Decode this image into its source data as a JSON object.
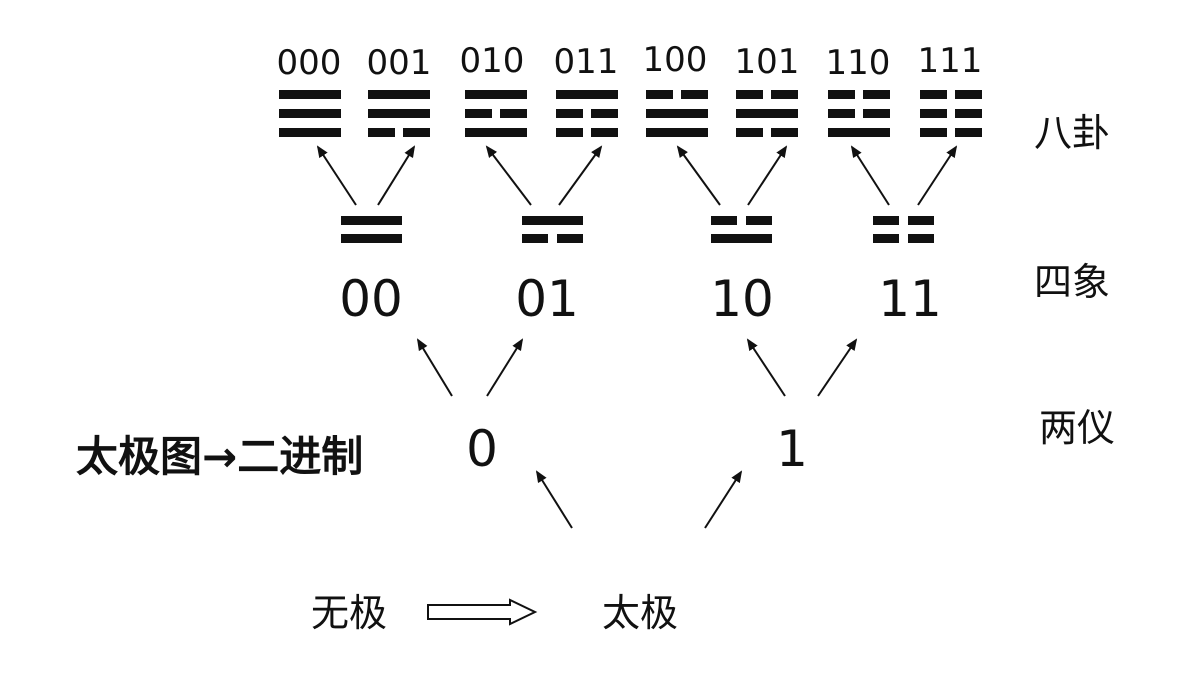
{
  "title": "太极图→二进制",
  "levels": {
    "bagua": "八卦",
    "sixiang": "四象",
    "liangyi": "两仪"
  },
  "bottom": {
    "wuji": "无极",
    "taiji": "太极"
  },
  "liangyi_digits": [
    "0",
    "1"
  ],
  "sixiang_codes": [
    "00",
    "01",
    "10",
    "11"
  ],
  "bagua_codes": [
    "000",
    "001",
    "010",
    "011",
    "100",
    "101",
    "110",
    "111"
  ]
}
